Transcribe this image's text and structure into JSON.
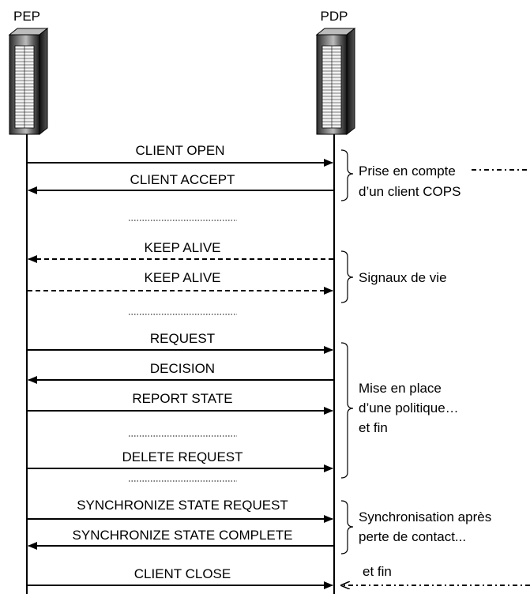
{
  "endpoints": {
    "left": "PEP",
    "right": "PDP"
  },
  "messages": [
    {
      "label": "CLIENT OPEN",
      "direction": "right",
      "style": "solid"
    },
    {
      "label": "CLIENT ACCEPT",
      "direction": "left",
      "style": "solid"
    },
    {
      "label": "KEEP ALIVE",
      "direction": "left",
      "style": "dashed"
    },
    {
      "label": "KEEP ALIVE",
      "direction": "right",
      "style": "dashed"
    },
    {
      "label": "REQUEST",
      "direction": "right",
      "style": "solid"
    },
    {
      "label": "DECISION",
      "direction": "left",
      "style": "solid"
    },
    {
      "label": "REPORT STATE",
      "direction": "right",
      "style": "solid"
    },
    {
      "label": "DELETE REQUEST",
      "direction": "right",
      "style": "solid"
    },
    {
      "label": "SYNCHRONIZE STATE REQUEST",
      "direction": "right",
      "style": "solid"
    },
    {
      "label": "SYNCHRONIZE STATE COMPLETE",
      "direction": "left",
      "style": "solid"
    },
    {
      "label": "CLIENT CLOSE",
      "direction": "right",
      "style": "solid"
    }
  ],
  "phases": [
    {
      "lines": [
        "Prise en compte",
        "d’un client COPS"
      ]
    },
    {
      "lines": [
        "Signaux de vie"
      ]
    },
    {
      "lines": [
        "Mise en place",
        "d’une politique…",
        "et fin"
      ]
    },
    {
      "lines": [
        "Synchronisation après",
        "perte de contact..."
      ]
    },
    {
      "lines": [
        "et fin"
      ]
    }
  ],
  "colors": {
    "line": "#000000",
    "background": "#ffffff"
  },
  "icons": {
    "server": "server-tower-icon"
  }
}
